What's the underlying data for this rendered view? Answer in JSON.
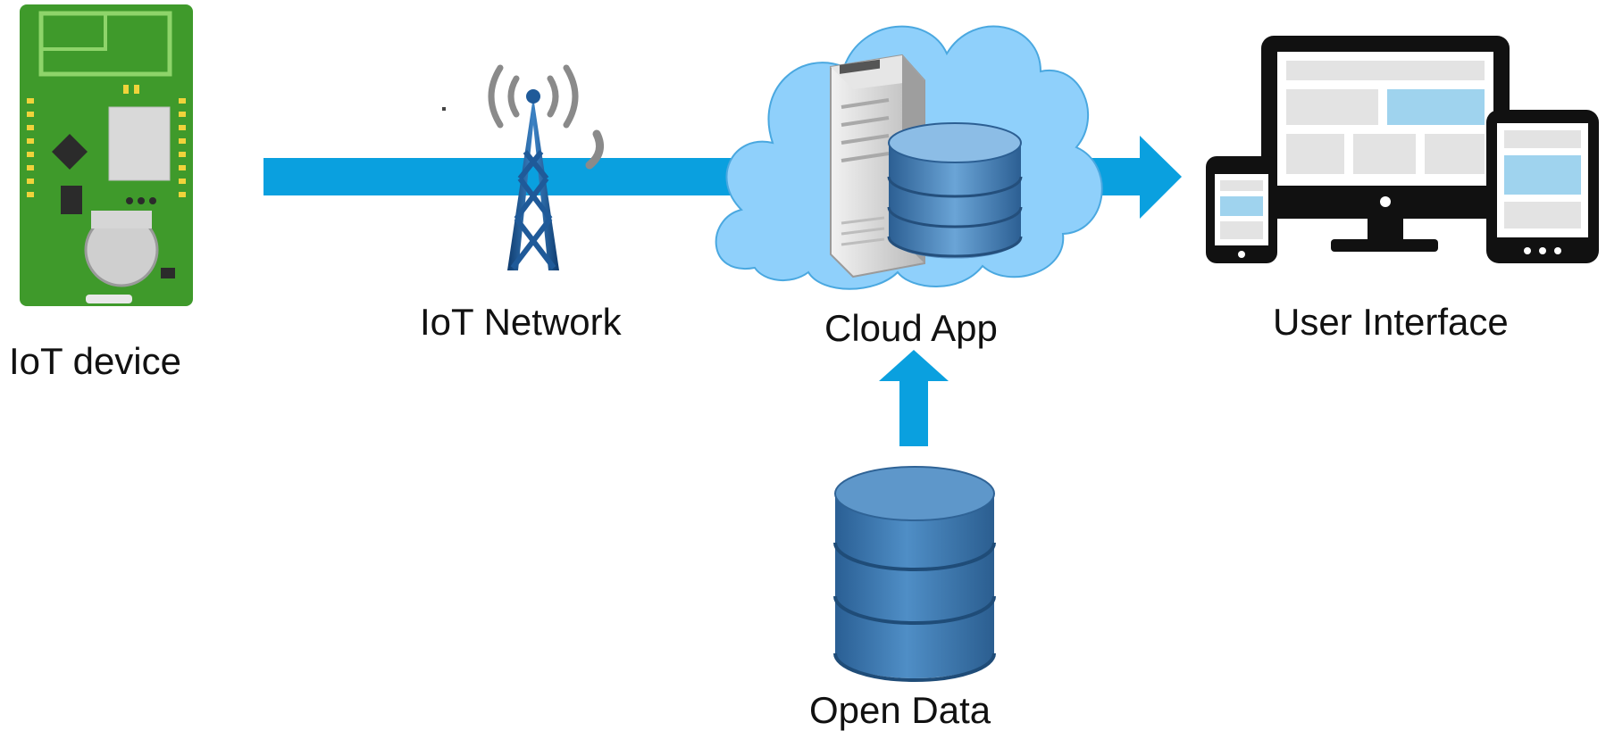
{
  "labels": {
    "iot_device": "IoT device",
    "iot_network": "IoT Network",
    "cloud_app": "Cloud App",
    "user_interface": "User Interface",
    "open_data": "Open Data"
  },
  "colors": {
    "arrow": "#0aa0df",
    "pcb": "#3f9a2b",
    "tower": "#1f5a99",
    "cloud": "#8fd0fb",
    "database": "#3d77ad",
    "device_frame": "#111111",
    "screen_block": "#9fd3ee"
  },
  "icons": [
    "pcb-board-icon",
    "radio-tower-icon",
    "cloud-icon",
    "server-icon",
    "database-icon",
    "monitor-icon",
    "phone-icon",
    "tablet-icon"
  ]
}
